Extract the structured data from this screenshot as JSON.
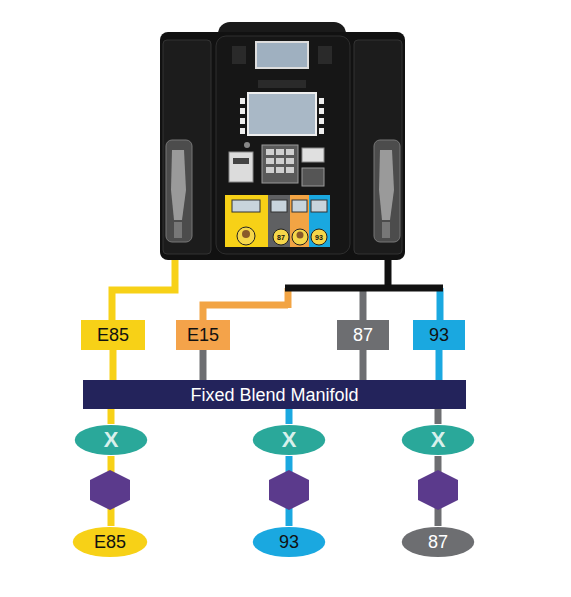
{
  "diagram": {
    "nodes": [
      {
        "text": [
          "E85"
        ]
      },
      {
        "text": [
          "E15"
        ]
      },
      {
        "text": [
          "87"
        ]
      },
      {
        "text": [
          "93"
        ]
      },
      {
        "text": [
          "Fixed Blend Manifold"
        ]
      },
      {
        "text": [
          "X"
        ]
      },
      {
        "text": [
          "X"
        ]
      },
      {
        "text": [
          "X"
        ]
      },
      {
        "text": [
          "E85"
        ]
      },
      {
        "text": [
          "93"
        ]
      },
      {
        "text": [
          "87"
        ]
      }
    ],
    "edges": [
      {
        "from": 0,
        "to": 4,
        "arrow": "none"
      },
      {
        "from": 1,
        "to": 4,
        "arrow": "none"
      },
      {
        "from": 2,
        "to": 4,
        "arrow": "none"
      },
      {
        "from": 3,
        "to": 4,
        "arrow": "none"
      },
      {
        "from": 4,
        "to": 5,
        "arrow": "none"
      },
      {
        "from": 4,
        "to": 6,
        "arrow": "none"
      },
      {
        "from": 4,
        "to": 7,
        "arrow": "none"
      },
      {
        "from": 5,
        "to": 8,
        "arrow": "none"
      },
      {
        "from": 6,
        "to": 9,
        "arrow": "none"
      },
      {
        "from": 7,
        "to": 10,
        "arrow": "none"
      }
    ],
    "labels": [
      "87",
      "93"
    ]
  }
}
